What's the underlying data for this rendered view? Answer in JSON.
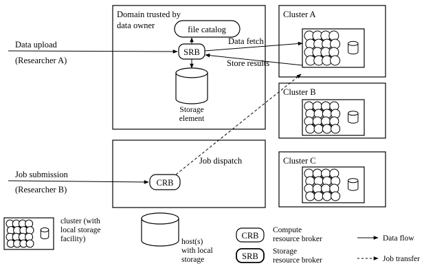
{
  "domain_box": {
    "title_line1": "Domain trusted by",
    "title_line2": "data owner"
  },
  "file_catalog": "file catalog",
  "srb": "SRB",
  "crb": "CRB",
  "storage_element": {
    "line1": "Storage",
    "line2": "element"
  },
  "data_upload": {
    "line1": "Data upload",
    "line2": "(Researcher A)"
  },
  "job_submission": {
    "line1": "Job submission",
    "line2": "(Researcher B)"
  },
  "arrows": {
    "data_fetch": "Data fetch",
    "store_results": "Store results",
    "job_dispatch": "Job dispatch"
  },
  "clusters": [
    "Cluster A",
    "Cluster B",
    "Cluster C"
  ],
  "legend": {
    "cluster": {
      "line1": "cluster (with",
      "line2": "local storage",
      "line3": "facility)"
    },
    "host": {
      "line1": "host(s)",
      "line2": "with local",
      "line3": "storage"
    },
    "crb": {
      "badge": "CRB",
      "line1": "Compute",
      "line2": "resource broker"
    },
    "srb": {
      "badge": "SRB",
      "line1": "Storage",
      "line2": "resource broker"
    },
    "data_flow": "Data flow",
    "job_transfer": "Job transfer"
  }
}
